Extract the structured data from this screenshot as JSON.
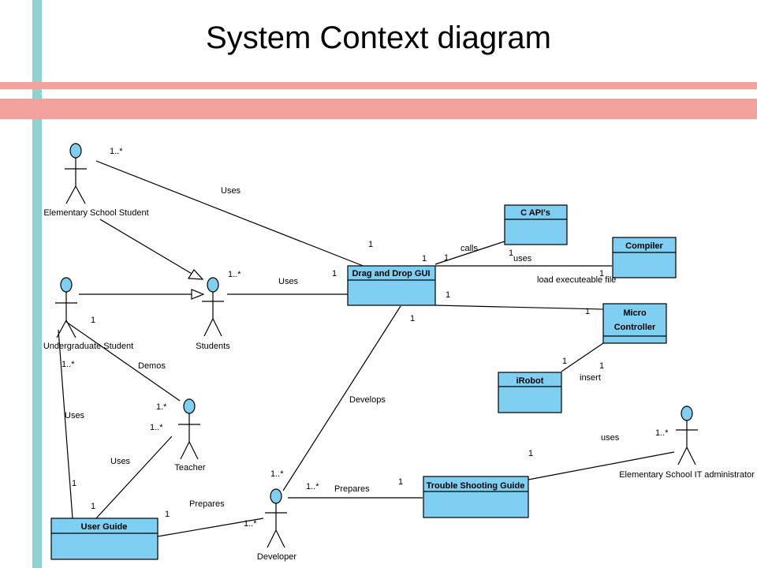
{
  "title": "System Context diagram",
  "colors": {
    "class_fill": "#7ecff2",
    "actor_fill": "#7ecff2",
    "line": "#000000"
  },
  "actors": {
    "elementary_student": "Elementary School Student",
    "undergraduate_student": "Undergraduate Student",
    "students": "Students",
    "teacher": "Teacher",
    "developer": "Developer",
    "it_admin": "Elementary School IT administrator"
  },
  "classes": {
    "gui": "Drag and Drop GUI",
    "capi": "C API's",
    "compiler": "Compiler",
    "micro_1": "Micro",
    "micro_2": "Controller",
    "irobot": "iRobot",
    "user_guide": "User Guide",
    "trouble_guide": "Trouble Shooting Guide"
  },
  "labels": {
    "uses": "Uses",
    "uses_lower": "uses",
    "calls": "calls",
    "load": "load executeable file",
    "insert": "insert",
    "demos": "Demos",
    "develops": "Develops",
    "prepares": "Prepares",
    "one": "1",
    "many": "1..*",
    "one_star": "1.*"
  }
}
